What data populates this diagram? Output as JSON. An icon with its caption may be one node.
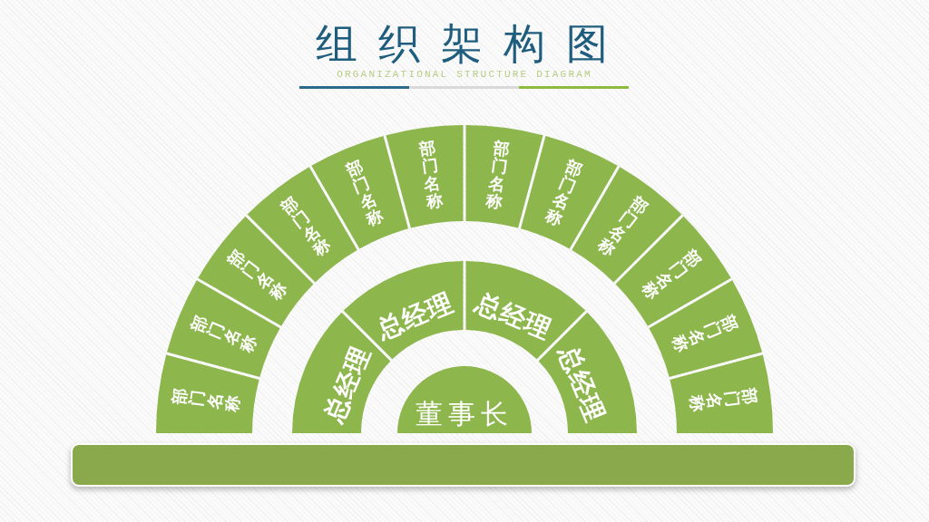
{
  "diagram": {
    "title": "组织架构图",
    "nodes": [
      {
        "text": [
          "部门名称"
        ]
      },
      {
        "text": [
          "部门名称"
        ]
      },
      {
        "text": [
          "部门名称"
        ]
      },
      {
        "text": [
          "部门名称"
        ]
      },
      {
        "text": [
          "部门名称"
        ]
      },
      {
        "text": [
          "部门名称"
        ]
      },
      {
        "text": [
          "部门名称"
        ]
      },
      {
        "text": [
          "部门名称"
        ]
      },
      {
        "text": [
          "部门名称"
        ]
      },
      {
        "text": [
          "部门名称"
        ]
      },
      {
        "text": [
          "部门名称"
        ]
      },
      {
        "text": [
          "部门名称"
        ]
      },
      {
        "text": [
          "总经理"
        ]
      },
      {
        "text": [
          "总经理"
        ]
      },
      {
        "text": [
          "总经理"
        ]
      },
      {
        "text": [
          "总经理"
        ]
      },
      {
        "text": [
          "董事长"
        ]
      },
      {
        "text": [],
        "shape": "bar"
      }
    ],
    "labels": [
      "ORGANIZATIONAL STRUCTURE DIAGRAM"
    ]
  }
}
